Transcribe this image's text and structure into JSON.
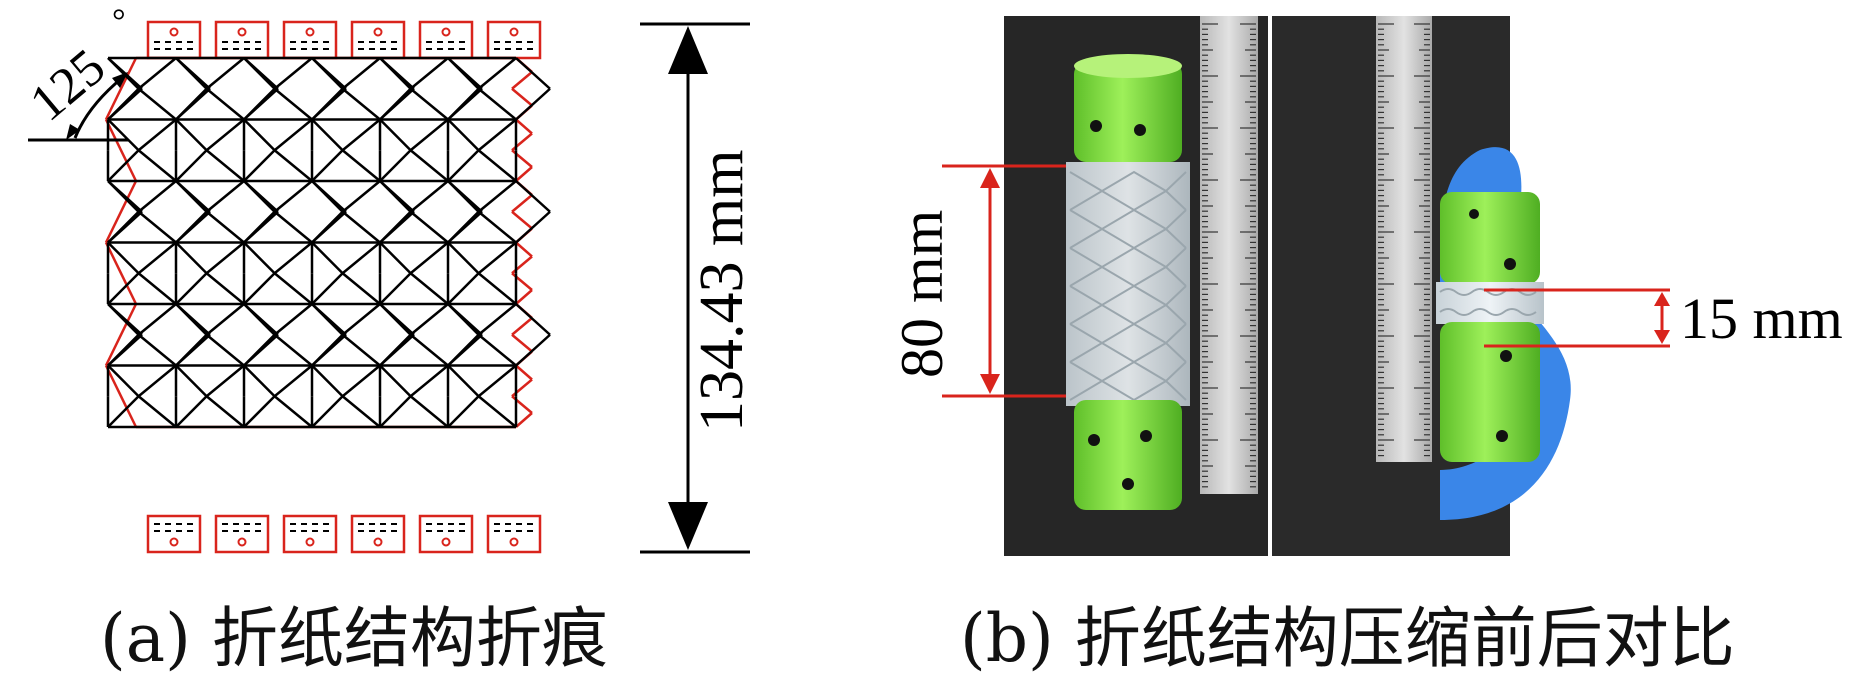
{
  "panel_a": {
    "angle_label": "125",
    "degree_symbol": "°",
    "height_label": "134.43 mm",
    "caption": "(a)  折纸结构折痕"
  },
  "panel_b": {
    "length_before_label": "80 mm",
    "length_after_label": "15 mm",
    "caption": "(b)  折纸结构压缩前后对比"
  },
  "colors": {
    "crease_line": "#000000",
    "outline_red": "#d9241c",
    "tube_green": "#8ee04a",
    "photo_background": "#262626",
    "ruler_steel": "#cfcfcf",
    "glove_blue": "#3a86e8"
  },
  "icons": [
    "ruler-icon",
    "double-arrow-icon"
  ]
}
